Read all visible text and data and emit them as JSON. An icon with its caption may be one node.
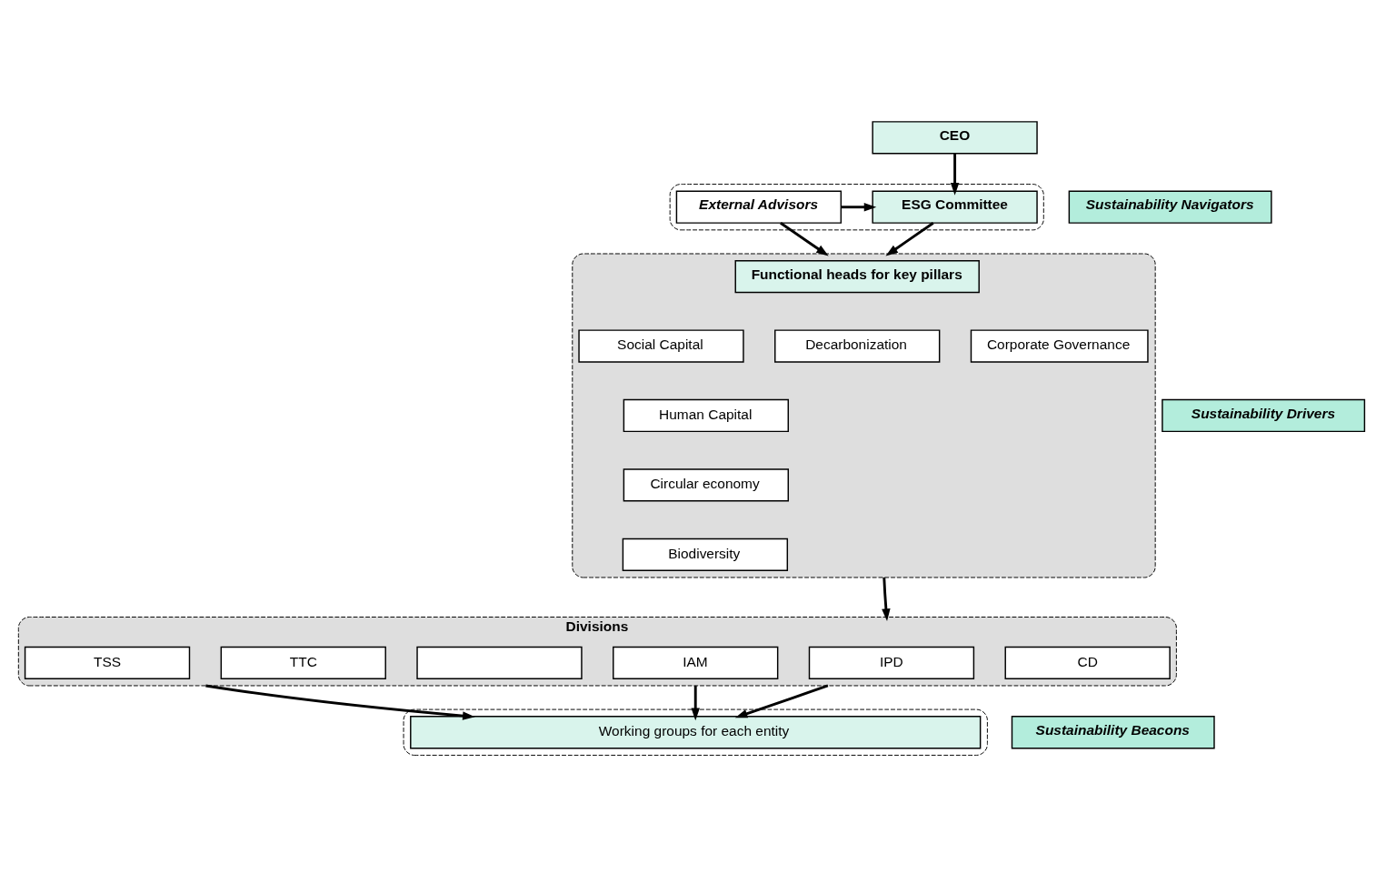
{
  "diagram": {
    "nodes": [
      {
        "text": [
          "CEO"
        ]
      },
      {
        "text": [],
        "shape": "box"
      },
      {
        "text": [
          "ESG Committee"
        ],
        "in": 1
      },
      {
        "text": [
          "External Advisors"
        ],
        "in": 1
      },
      {
        "text": [
          "Sustainability Navigators"
        ]
      },
      {
        "text": [],
        "shape": "box"
      },
      {
        "text": [
          "Functional heads for key pillars"
        ],
        "in": 5
      },
      {
        "text": [
          "Social Capital"
        ],
        "in": 5
      },
      {
        "text": [
          "Decarbonization"
        ],
        "in": 5
      },
      {
        "text": [
          "Corporate Governance"
        ],
        "in": 5
      },
      {
        "text": [
          "Human Capital"
        ],
        "in": 5
      },
      {
        "text": [
          "Circular economy"
        ],
        "in": 5
      },
      {
        "text": [
          "Biodiversity"
        ],
        "in": 5
      },
      {
        "text": [
          "Sustainability Drivers"
        ]
      },
      {
        "text": [
          "Divisions"
        ]
      },
      {
        "text": [
          "IPD"
        ],
        "in": 14
      },
      {
        "text": [
          "CD"
        ],
        "in": 14
      },
      {
        "text": [
          "TSS"
        ],
        "in": 14
      },
      {
        "text": [
          "TTC"
        ],
        "in": 14
      },
      {
        "text": [],
        "shape": "box",
        "in": 14
      },
      {
        "text": [
          "IAM"
        ],
        "in": 14
      },
      {
        "text": [],
        "shape": "box"
      },
      {
        "text": [
          "Working groups for each entity"
        ],
        "in": 21
      },
      {
        "text": [
          "Sustainability Beacons"
        ]
      }
    ],
    "edges": [
      {
        "from": 0,
        "to": 2,
        "arrow": "to"
      },
      {
        "from": 3,
        "to": 2,
        "arrow": "to"
      },
      {
        "from": 2,
        "to": 5,
        "arrow": "to"
      },
      {
        "from": 3,
        "to": 5,
        "arrow": "to"
      },
      {
        "from": 5,
        "to": 14,
        "arrow": "to"
      },
      {
        "from": 14,
        "to": 22,
        "arrow": "to"
      },
      {
        "from": 14,
        "to": 22,
        "arrow": "to"
      },
      {
        "from": 14,
        "to": 22,
        "arrow": "to"
      }
    ]
  }
}
